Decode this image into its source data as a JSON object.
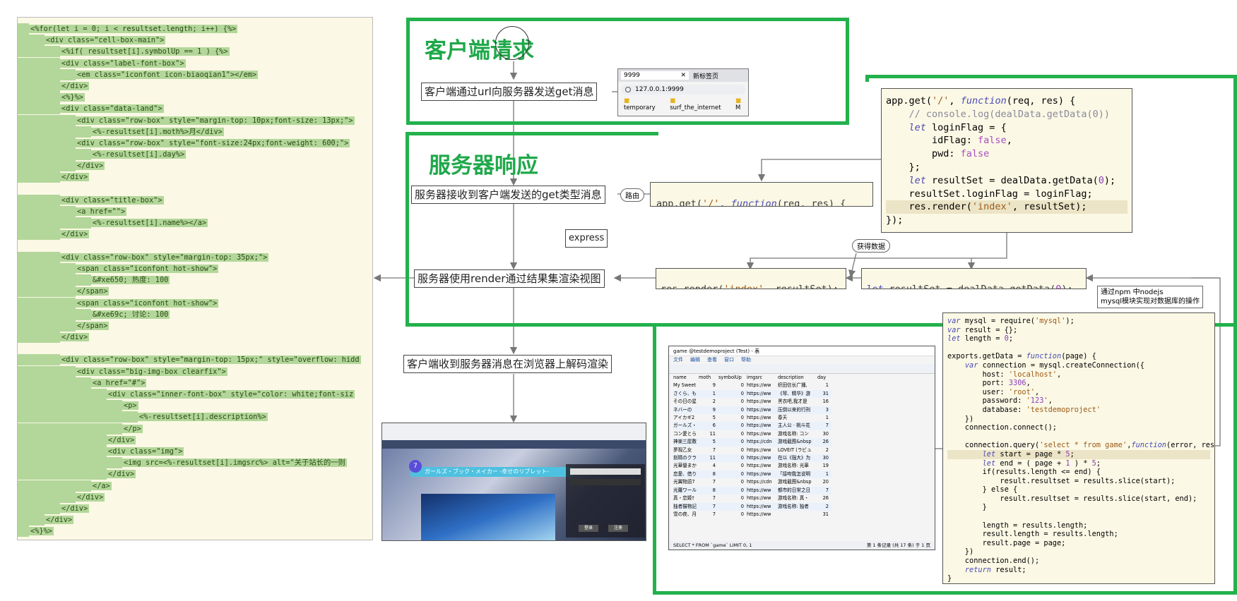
{
  "left_code": [
    "<%for(let i = 0; i < resultset.length; i++) {%>",
    "<div class=\"cell-box-main\">",
    "<%if( resultset[i].symbolUp == 1 ) {%>",
    "<div class=\"label-font-box\">",
    "<em class=\"iconfont icon-biaoqian1\"></em>",
    "</div>",
    "<%}%>",
    "<div class=\"data-land\">",
    "<div class=\"row-box\" style=\"margin-top: 10px;font-size: 13px;\">",
    "<%-resultset[i].moth%>月</div>",
    "<div class=\"row-box\" style=\"font-size:24px;font-weight: 600;\">",
    "<%-resultset[i].day%>",
    "</div>",
    "</div>",
    "",
    "<div class=\"title-box\">",
    "<a href=\"\">",
    "<%-resultset[i].name%></a>",
    "</div>",
    "",
    "<div class=\"row-box\" style=\"margin-top: 35px;\">",
    "<span class=\"iconfont hot-show\">",
    "&#xe650; 热度: 100",
    "</span>",
    "<span class=\"iconfont hot-show\">",
    "&#xe69c; 讨论: 100",
    "</span>",
    "</div>",
    "",
    "<div class=\"row-box\" style=\"margin-top: 15px;\" style=\"overflow: hidd",
    "<div class=\"big-img-box clearfix\">",
    "<a href=\"#\">",
    "<div class=\"inner-font-box\" style=\"color: white;font-siz",
    "<p>",
    "<%-resultset[i].description%>",
    "</p>",
    "</div>",
    "<div class=\"img\">",
    "<img src=<%-resultset[i].imgsrc%> alt=\"关于站长的一则",
    "</div>",
    "</a>",
    "</div>",
    "</div>",
    "</div>",
    "<%}%>"
  ],
  "left_indent": [
    0,
    1,
    2,
    2,
    3,
    2,
    2,
    2,
    3,
    4,
    3,
    4,
    3,
    2,
    0,
    2,
    3,
    4,
    2,
    0,
    2,
    3,
    4,
    3,
    3,
    4,
    3,
    2,
    0,
    2,
    3,
    4,
    5,
    6,
    7,
    6,
    5,
    5,
    6,
    5,
    4,
    3,
    2,
    1,
    0
  ],
  "client_section": {
    "title": "客户端请求",
    "step1": "客户端通过url向服务器发送get消息"
  },
  "server_section": {
    "title": "服务器响应",
    "step2": "服务器接收到客户端发送的get类型消息",
    "step3": "服务器使用render通过结果集渲染视图",
    "express": "express",
    "route_label": "路由",
    "get_data_label": "获得数据",
    "appget_snippet": "app.get('/', function(req, res) {",
    "render_snippet": "res.render('index', resultSet);",
    "let_snippet": "let resultSet = dealData.getData(0);"
  },
  "step4": "客户端收到服务器消息在浏览器上解码渲染",
  "browser": {
    "tab1": "9999",
    "tab2": "新标签页",
    "url": "127.0.0.1:9999",
    "bm1": "temporary",
    "bm2": "surf_the_internet",
    "bm3": "M"
  },
  "route_code": [
    "app.get('/', function(req, res) {",
    "    // console.log(dealData.getData(0))",
    "    let loginFlag = {",
    "        idFlag: false,",
    "        pwd: false",
    "    };",
    "    let resultSet = dealData.getData(0);",
    "    resultSet.loginFlag = loginFlag;",
    "    res.render('index', resultSet);",
    "});"
  ],
  "npm_note": "通过npm 中nodejs\nmysql模块实现对数据库的操作",
  "node_code": [
    "var mysql = require('mysql');",
    "var result = {};",
    "let length = 0;",
    "",
    "exports.getData = function(page) {",
    "    var connection = mysql.createConnection({",
    "        host: 'localhost',",
    "        port: 3306,",
    "        user: 'root',",
    "        password: '123',",
    "        database: 'testdemoproject'",
    "    })",
    "    connection.connect();",
    "",
    "    connection.query('select * from game',function(error, results) {",
    "        let start = page * 5;",
    "        let end = ( page + 1 ) * 5;",
    "        if(results.length <= end) {",
    "            result.resultset = results.slice(start);",
    "        } else {",
    "            result.resultset = results.slice(start, end);",
    "        }",
    "",
    "        length = results.length;",
    "        result.length = results.length;",
    "        result.page = page;",
    "    })",
    "    connection.end();",
    "    return result;",
    "}"
  ],
  "db_window": {
    "title": "game @testdemoproject (Test) - 表",
    "menu": [
      "文件",
      "编辑",
      "查看",
      "窗口",
      "帮助"
    ],
    "columns": [
      "name",
      "moth",
      "symbolUp",
      "imgsrc",
      "description",
      "day"
    ],
    "rows": [
      [
        "My Sweet",
        "9",
        "0",
        "https://ww",
        "织田信长广播,",
        "1"
      ],
      [
        "さくら、も",
        "1",
        "0",
        "https://ww",
        "《琴、精华》游",
        "31"
      ],
      [
        "その日の星",
        "2",
        "0",
        "https://ww",
        "黑衣吧,我才是",
        "16"
      ],
      [
        "ネバーの",
        "9",
        "0",
        "https://ww",
        "压倒以来的行刑",
        "3"
      ],
      [
        "アイカギ2",
        "5",
        "0",
        "https://ww",
        "春天",
        "1"
      ],
      [
        "ガールズ・",
        "6",
        "0",
        "https://ww",
        "主人公 · 桃斗花",
        "7"
      ],
      [
        "コン愛とら",
        "11",
        "0",
        "https://ww",
        "游戏名称: コン",
        "30"
      ],
      [
        "神楽三屋敷",
        "5",
        "0",
        "https://cdn",
        "游戏截图&nbsp",
        "26"
      ],
      [
        "夢現乙女",
        "7",
        "0",
        "https://ww",
        "LOVEIT (ラビュ",
        "2"
      ],
      [
        "刻晴のクラ",
        "11",
        "0",
        "https://ww",
        "在以《强大》为",
        "30"
      ],
      [
        "光華優まか",
        "4",
        "0",
        "https://ww",
        "游戏名称: 光華",
        "19"
      ],
      [
        "恋愛、借り",
        "8",
        "0",
        "https://ww",
        "「接吻我怎说明",
        "1"
      ],
      [
        "光翼物語7",
        "7",
        "0",
        "https://cdn",
        "游戏截图&nbsp",
        "20"
      ],
      [
        "光蘿ワール",
        "8",
        "0",
        "https://ww",
        "都市的日常之日",
        "7"
      ],
      [
        "真・恋姫†",
        "7",
        "0",
        "https://ww",
        "游戏名称: 真・",
        "26"
      ],
      [
        "独者猫物記",
        "7",
        "0",
        "https://ww",
        "游戏名称: 独者",
        "2"
      ],
      [
        "雪の夜、月",
        "7",
        "0",
        "https://ww",
        "",
        "31"
      ]
    ],
    "status_sql": "SELECT * FROM `game` LIMIT 0, 1",
    "status_right": "第 1 条记录 (共 17 条) 于 1 页"
  },
  "site_shot": {
    "banner": "ガールズ・ブック・メイカー -幸せのリブレット-",
    "badge": "7",
    "login_btn": "登录",
    "reg_btn": "注册"
  }
}
